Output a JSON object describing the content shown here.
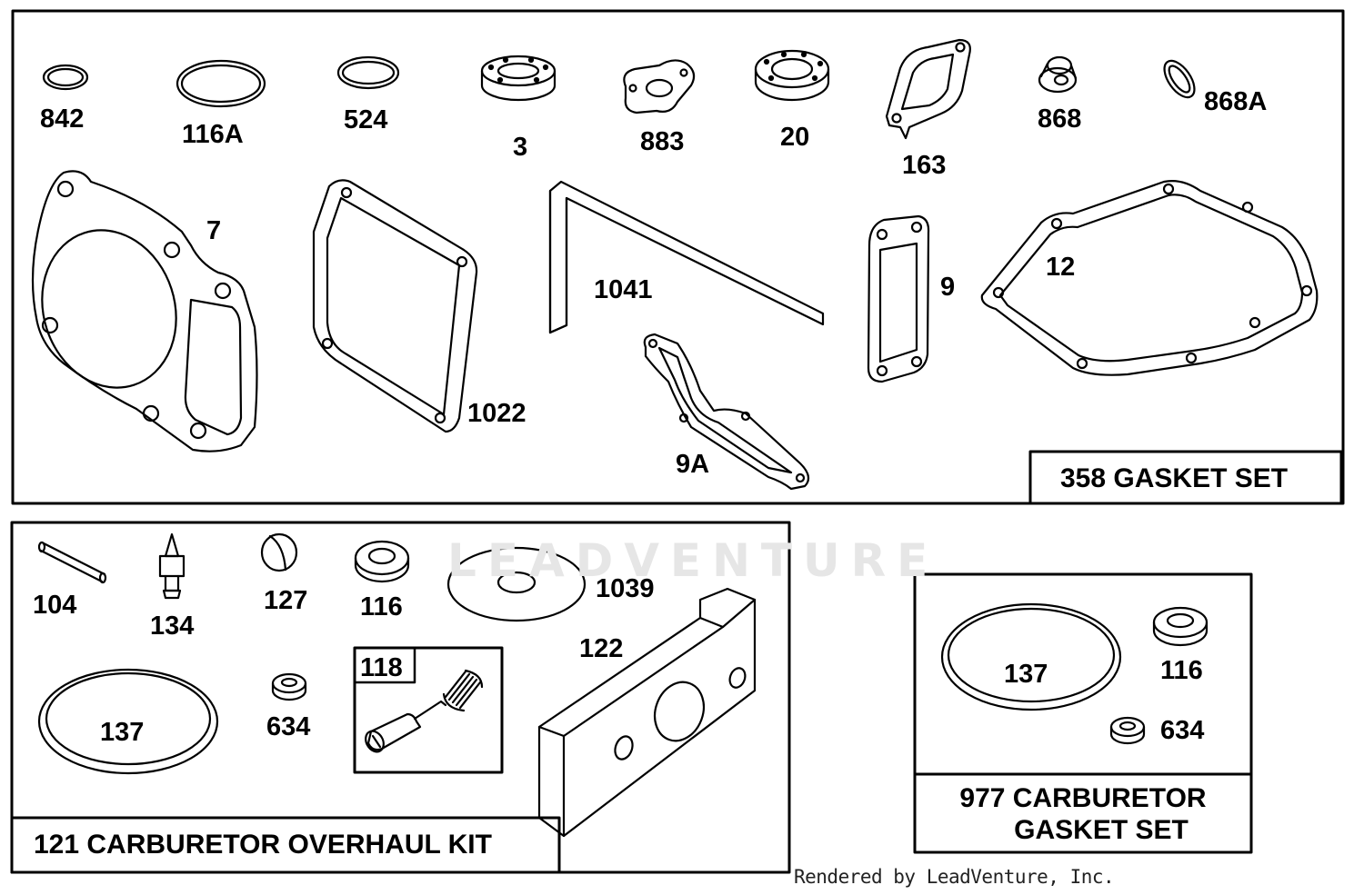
{
  "watermark": "LEADVENTURE",
  "credit": "Rendered by LeadVenture, Inc.",
  "kits": {
    "gasket_set": "358 GASKET SET",
    "carb_overhaul": "121 CARBURETOR OVERHAUL KIT",
    "carb_gasket_line1": "977 CARBURETOR",
    "carb_gasket_line2": "GASKET SET",
    "sub_kit": "118"
  },
  "parts": {
    "p842": "842",
    "p116A": "116A",
    "p524": "524",
    "p3": "3",
    "p883": "883",
    "p20": "20",
    "p163": "163",
    "p868": "868",
    "p868A": "868A",
    "p7": "7",
    "p1022": "1022",
    "p1041": "1041",
    "p9A": "9A",
    "p9": "9",
    "p12": "12",
    "p104": "104",
    "p134": "134",
    "p127": "127",
    "p116": "116",
    "p1039": "1039",
    "p122": "122",
    "p137": "137",
    "p634": "634",
    "p137b": "137",
    "p116b": "116",
    "p634b": "634"
  }
}
